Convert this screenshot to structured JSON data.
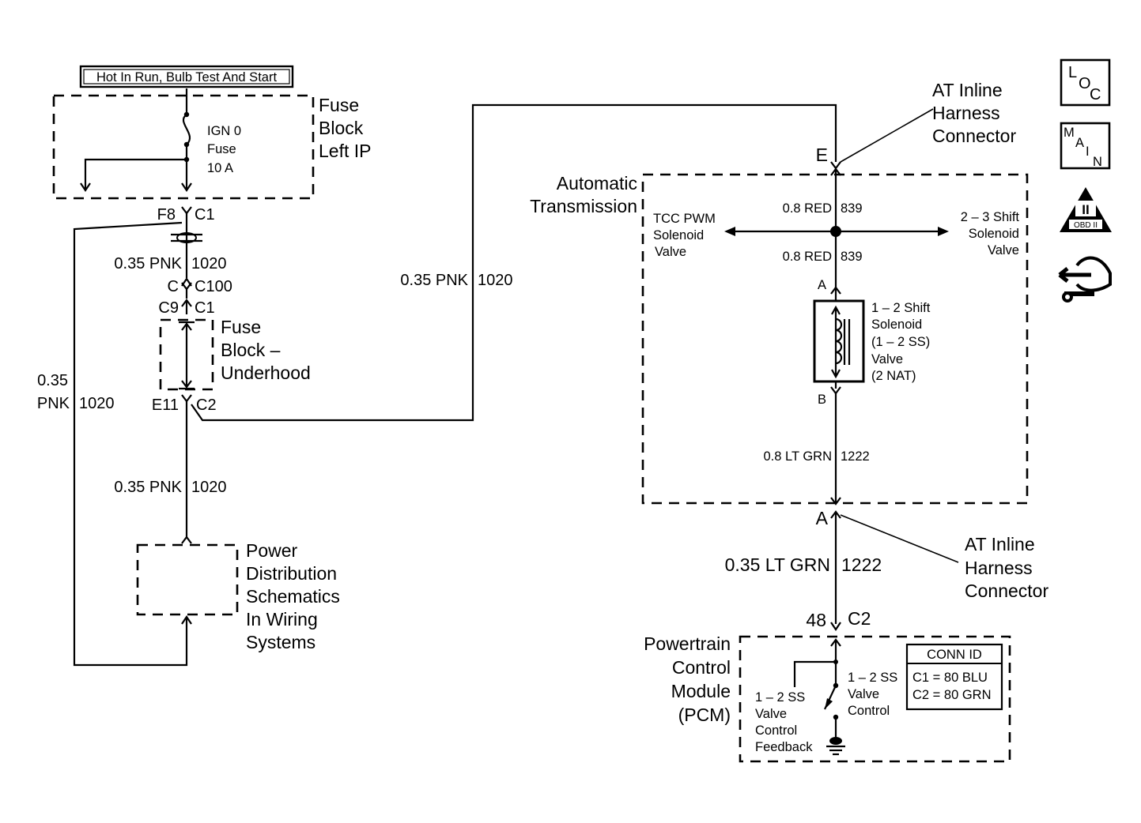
{
  "ign_box": {
    "label": "Hot In Run, Bulb Test And Start"
  },
  "fuse_block_left_ip": {
    "lines": [
      "Fuse",
      "Block",
      "Left IP"
    ]
  },
  "fuse": {
    "lines": [
      "IGN 0",
      "Fuse",
      "10 A"
    ]
  },
  "f8_connector": {
    "pin": "F8",
    "conn": "C1"
  },
  "wire_1020_top": {
    "size_color": "0.35 PNK",
    "circuit": "1020"
  },
  "c100_connector": {
    "pin": "C",
    "conn": "C100"
  },
  "c9_connector": {
    "pin": "C9",
    "conn": "C1"
  },
  "fuse_block_underhood": {
    "lines": [
      "Fuse",
      "Block –",
      "Underhood"
    ]
  },
  "e11_connector": {
    "pin": "E11",
    "conn": "C2"
  },
  "wire_1020_left": {
    "lines": [
      "0.35",
      "PNK"
    ],
    "circuit": "1020"
  },
  "wire_1020_mid": {
    "size_color": "0.35 PNK",
    "circuit": "1020"
  },
  "wire_1020_long": {
    "size_color": "0.35 PNK",
    "circuit": "1020"
  },
  "power_distribution": {
    "lines": [
      "Power",
      "Distribution",
      "Schematics",
      "In Wiring",
      "Systems"
    ]
  },
  "at_inline_top": {
    "lines": [
      "AT Inline",
      "Harness",
      "Connector"
    ],
    "pin": "E"
  },
  "automatic_transmission": {
    "lines": [
      "Automatic",
      "Transmission"
    ]
  },
  "tcc_pwm": {
    "lines": [
      "TCC PWM",
      "Solenoid",
      "Valve"
    ]
  },
  "shift_2_3": {
    "lines": [
      "2 – 3 Shift",
      "Solenoid",
      "Valve"
    ]
  },
  "wire_839_top": {
    "size_color": "0.8 RED",
    "circuit": "839"
  },
  "wire_839_bottom": {
    "size_color": "0.8 RED",
    "circuit": "839"
  },
  "solenoid_pins": {
    "a": "A",
    "b": "B"
  },
  "shift_1_2_solenoid": {
    "lines": [
      "1 – 2 Shift",
      "Solenoid",
      "(1 – 2 SS)",
      "Valve",
      "(2 NAT)"
    ]
  },
  "wire_1222_inner": {
    "size_color": "0.8 LT GRN",
    "circuit": "1222"
  },
  "at_inline_bottom": {
    "lines": [
      "AT Inline",
      "Harness",
      "Connector"
    ],
    "pin": "A"
  },
  "wire_1222_outer": {
    "size_color": "0.35 LT GRN",
    "circuit": "1222"
  },
  "pcm_connector": {
    "pin": "48",
    "conn": "C2"
  },
  "pcm": {
    "lines": [
      "Powertrain",
      "Control",
      "Module",
      "(PCM)"
    ]
  },
  "pcm_feedback": {
    "lines": [
      "1 – 2 SS",
      "Valve",
      "Control",
      "Feedback"
    ]
  },
  "pcm_control": {
    "lines": [
      "1 – 2 SS",
      "Valve",
      "Control"
    ]
  },
  "conn_id": {
    "title": "CONN ID",
    "rows": [
      "C1 = 80 BLU",
      "C2 = 80 GRN"
    ]
  },
  "nav_icons": {
    "loc": "LOC",
    "main": "MAIN",
    "obd": "OBD II",
    "obd_numeral": "II"
  }
}
